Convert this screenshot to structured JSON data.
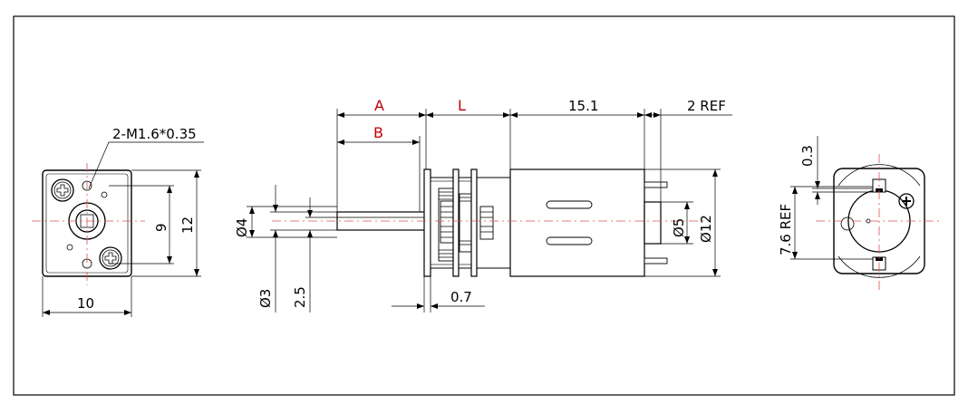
{
  "labels": {
    "A": "A",
    "B": "B",
    "L": "L",
    "thread": "2-M1.6*0.35",
    "w10": "10",
    "h9": "9",
    "h12": "12",
    "d4": "Ø4",
    "d3": "Ø3",
    "s25": "2.5",
    "s07": "0.7",
    "l151": "15.1",
    "ref2": "2 REF",
    "d5": "Ø5",
    "d12": "Ø12",
    "s03": "0.3",
    "ref76": "7.6 REF"
  },
  "colors": {
    "red_label": "#c00000",
    "centerline": "#e05050"
  }
}
